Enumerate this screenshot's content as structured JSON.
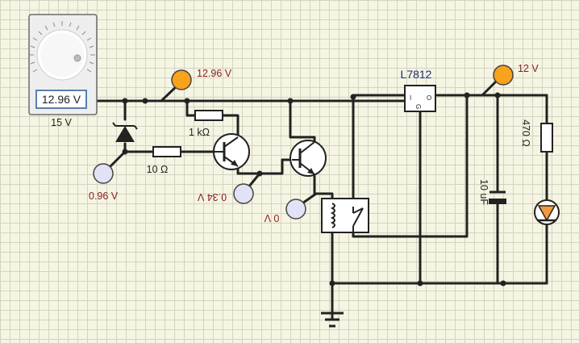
{
  "source": {
    "readout": "12.96 V",
    "rating": "15 V"
  },
  "probes": {
    "top_left": "12.96 V",
    "top_right": "12 V",
    "diode_node": "0.96 V",
    "transistor1": "0.34 V",
    "transistor2": "0 V"
  },
  "components": {
    "r1": "1 kΩ",
    "r2": "10 Ω",
    "r3": "470 Ω",
    "cap": "10 uF",
    "regulator": "L7812",
    "reg_pin_in": "I",
    "reg_pin_out": "O",
    "reg_pin_gnd": "G"
  },
  "colors": {
    "probe_high": "#f7a31b",
    "probe_low": "#e2e2f6",
    "wire": "#222222",
    "label_red": "#8a1e1e",
    "label_blue": "#1a2a7a",
    "led": "#f39a40"
  }
}
